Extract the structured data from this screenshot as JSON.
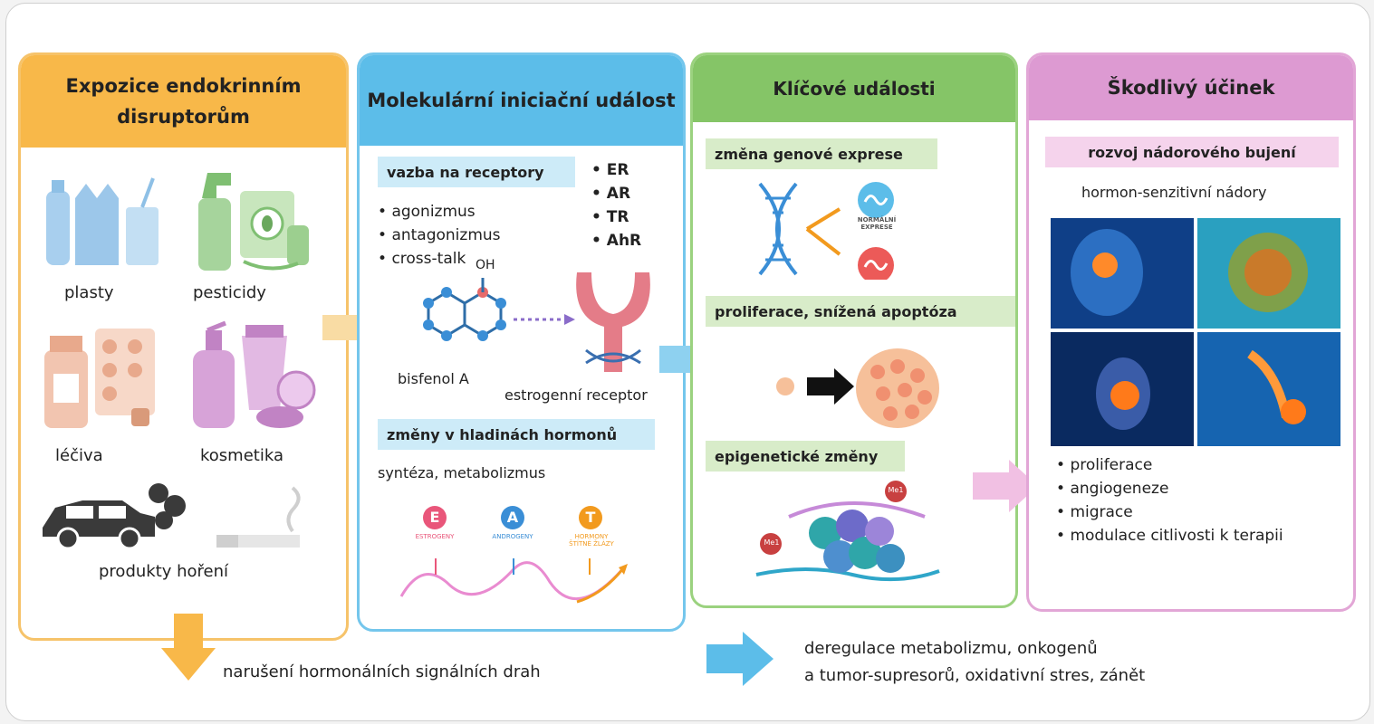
{
  "col1": {
    "title": "Expozice endokrinním disruptorům",
    "items": {
      "plastics": "plasty",
      "pesticides": "pesticidy",
      "drugs": "léčiva",
      "cosmetics": "kosmetika",
      "combustion": "produkty hoření"
    }
  },
  "col2": {
    "title": "Molekulární iniciační událost",
    "receptor_box": "vazba na receptory",
    "binding": [
      "agonizmus",
      "antagonizmus",
      "cross-talk"
    ],
    "receptors": [
      "ER",
      "AR",
      "TR",
      "AhR"
    ],
    "oh_label": "OH",
    "bisphenol_label": "bisfenol A",
    "receptor_label": "estrogenní receptor",
    "hormone_box": "změny v hladinách hormonů",
    "hormone_text": "syntéza, metabolizmus",
    "hormones": [
      {
        "letter": "E",
        "label": "ESTROGENY",
        "color": "#e9567a"
      },
      {
        "letter": "A",
        "label": "ANDROGENY",
        "color": "#3a8ed6"
      },
      {
        "letter": "T",
        "label": "HORMONY ŠTÍTNÉ ŽLÁZY",
        "color": "#f29a1e"
      }
    ]
  },
  "col3": {
    "title": "Klíčové události",
    "gene_box": "změna genové exprese",
    "expr_label": "NORMÁLNÍ EXPRESE",
    "prolif_box": "proliferace, snížená apoptóza",
    "epi_box": "epigenetické změny",
    "epi_tags": [
      "Me1",
      "Me1"
    ]
  },
  "col4": {
    "title": "Škodlivý účinek",
    "tumor_box": "rozvoj nádorového bujení",
    "tumor_text": "hormon-senzitivní nádory",
    "effects": [
      "proliferace",
      "angiogeneze",
      "migrace",
      "modulace citlivosti k terapii"
    ]
  },
  "bottom": {
    "left": "narušení hormonálních signálních drah",
    "right1": "deregulace metabolizmu, onkogenů",
    "right2": "a tumor-supresorů, oxidativní stres, zánět"
  },
  "colors": {
    "orange": "#f8b849",
    "blue": "#5cbde9",
    "green": "#85c567",
    "pink": "#dd9ad2"
  }
}
